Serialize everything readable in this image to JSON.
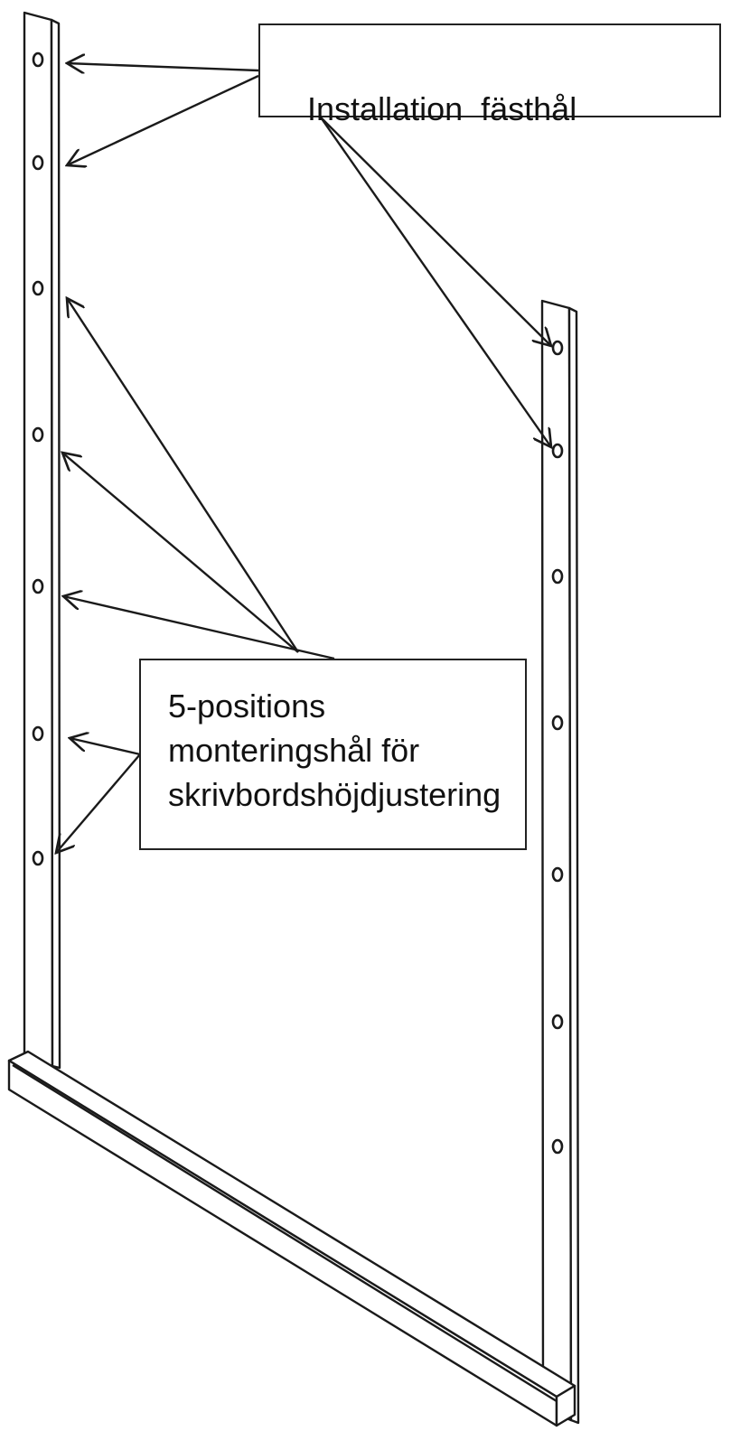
{
  "labels": {
    "mounting_holes": "Installation  fästhål",
    "height_positions": [
      "5-positions",
      "monteringshål  för",
      "skrivbordshöjdjustering"
    ]
  },
  "colors": {
    "line": "#1a1a1a",
    "background": "#ffffff"
  }
}
